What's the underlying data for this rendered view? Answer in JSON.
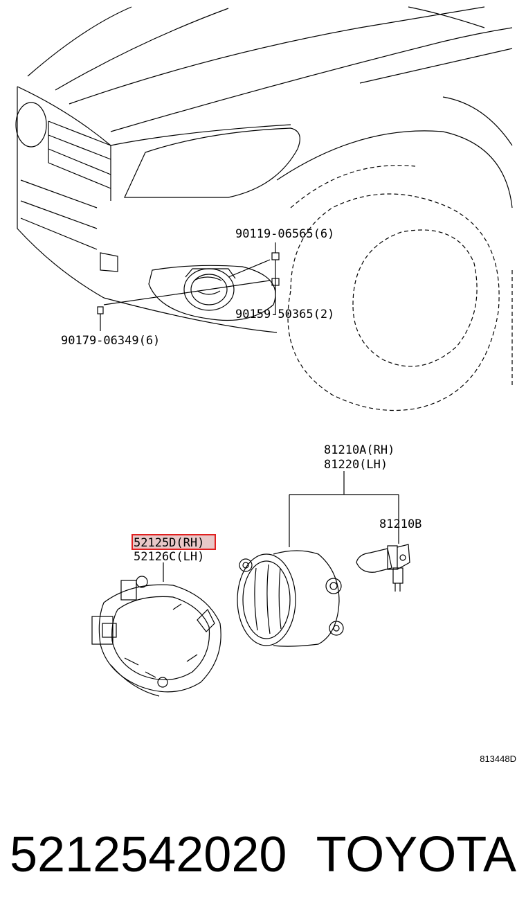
{
  "parts": {
    "bolt_upper": "90119-06565(6)",
    "bolt_lower": "90159-50365(2)",
    "clip": "90179-06349(6)",
    "fog_lamp_rh": "81210A(RH)",
    "fog_lamp_lh": "81220(LH)",
    "bulb": "81210B",
    "bracket_rh": "52125D(RH)",
    "bracket_lh": "52126C(LH)"
  },
  "highlighted_part": "52125D(RH)",
  "highlight_color": "#e02020",
  "diagram_ref": "813448D",
  "footer": {
    "part_number": "5212542020",
    "brand": "TOYOTA"
  }
}
